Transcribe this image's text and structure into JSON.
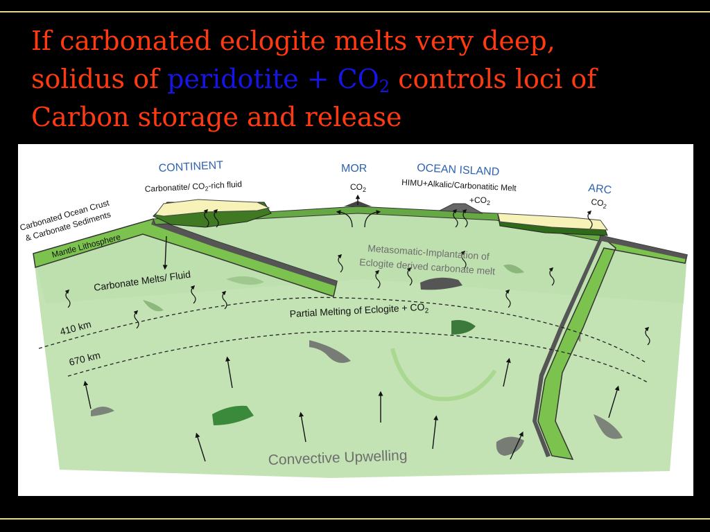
{
  "slide": {
    "title_line1": "If carbonated eclogite melts very deep,",
    "title_line2_pre": "solidus of ",
    "title_line2_blue": "peridotite + CO",
    "title_line2_blue_sub": "2",
    "title_line2_post": " controls loci of",
    "title_line3": "Carbon storage and release"
  },
  "diagram": {
    "continent": "CONTINENT",
    "mor": "MOR",
    "ocean_island": "OCEAN ISLAND",
    "arc": "ARC",
    "carbonatite_pre": "Carbonatite/ CO",
    "carbonatite_sub": "2",
    "carbonatite_post": "-rich fluid",
    "mor_co2": "CO",
    "mor_co2_sub": "2",
    "himu": "HIMU+Alkalic/Carbonatitic Melt",
    "himu_co2": "+CO",
    "himu_co2_sub": "2",
    "arc_co2": "CO",
    "arc_co2_sub": "2",
    "crust_line1": "Carbonated Ocean Crust",
    "crust_line2": "& Carbonate Sediments",
    "mantle_lithosphere": "Mantle Lithosphere",
    "metasomatic_line1": "Metasomatic-Implantation of",
    "metasomatic_line2": "Eclogite derived carbonate melt",
    "carbonate_melts": "Carbonate Melts/ Fluid",
    "partial_melting": "Partial Melting of Eclogite + CO",
    "partial_melting_sub": "2",
    "depth_410": "410 km",
    "depth_670": "670 km",
    "convective": "Convective Upwelling"
  },
  "colors": {
    "title": "#ff3a10",
    "title_highlight": "#1515e8",
    "mantle": "#c3e3b4",
    "slab": "#7cc24e",
    "slab_dark": "#3f7a22",
    "label_blue": "#2e63b0",
    "label_grey": "#6e6e6e"
  }
}
